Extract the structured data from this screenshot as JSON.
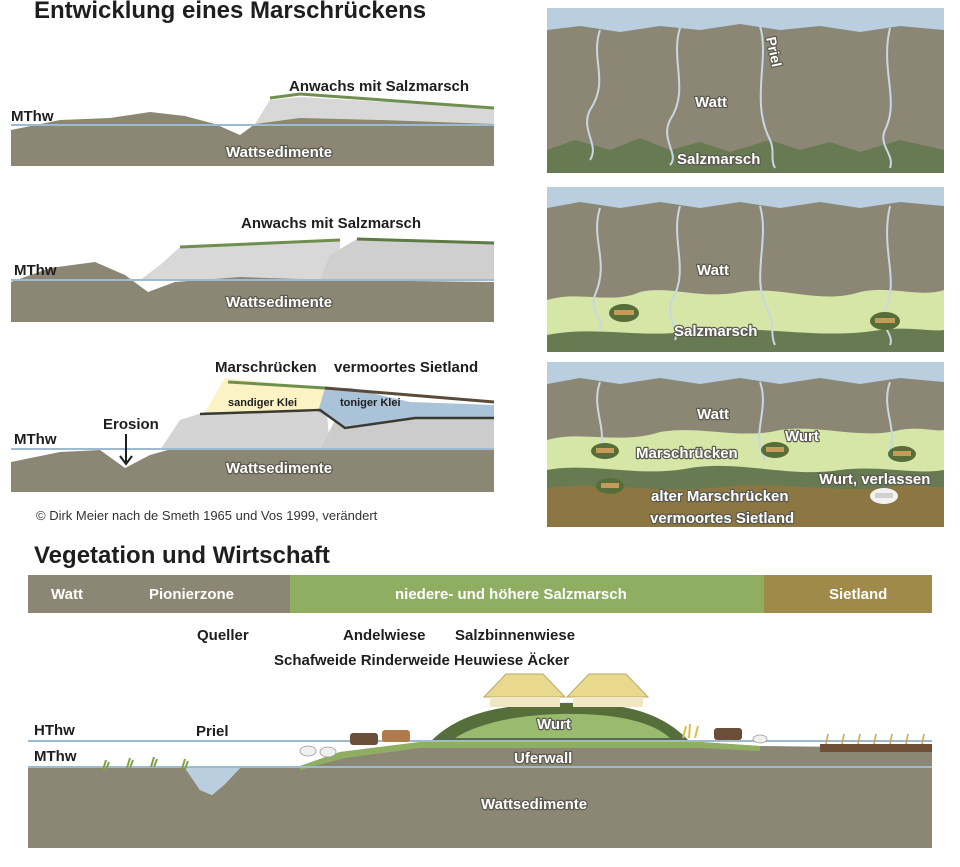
{
  "colors": {
    "water": "#b9cfe0",
    "sediment": "#8c8775",
    "sediment_dark": "#7d7868",
    "new_land": "#d8d8d8",
    "marsh_line": "#6f8f4e",
    "saltmarsh": "#d5e6a6",
    "dark_marsh": "#677a52",
    "peat": "#8c7642",
    "mthw_line": "#9fb9cf",
    "bar_grey": "#8c8775",
    "bar_green": "#8fae62",
    "bar_brown": "#a08a4a",
    "wurt": "#566e3a",
    "roof": "#e8d98f"
  },
  "top_title": "Entwicklung eines Marschrückens",
  "profile1": {
    "mthw": "MThw",
    "anwachs": "Anwachs mit Salzmarsch",
    "sediments": "Wattsedimente"
  },
  "profile2": {
    "mthw": "MThw",
    "anwachs": "Anwachs mit Salzmarsch",
    "sediments": "Wattsedimente"
  },
  "profile3": {
    "mthw": "MThw",
    "marschruecken": "Marschrücken",
    "sietland": "vermoortes Sietland",
    "sandy": "sandiger Klei",
    "clay": "toniger Klei",
    "erosion": "Erosion",
    "sediments": "Wattsedimente"
  },
  "credit": "© Dirk Meier nach de Smeth 1965 und Vos 1999, verändert",
  "maps": {
    "map1": {
      "watt": "Watt",
      "priel": "Priel",
      "salzmarsch": "Salzmarsch"
    },
    "map2": {
      "watt": "Watt",
      "salzmarsch": "Salzmarsch"
    },
    "map3": {
      "watt": "Watt",
      "marschruecken": "Marschrücken",
      "wurt": "Wurt",
      "wurt_verlassen": "Wurt, verlassen",
      "alter": "alter Marschrücken",
      "sietland": "vermoortes Sietland"
    }
  },
  "vegetation": {
    "title": "Vegetation und  Wirtschaft",
    "bar": {
      "watt": "Watt",
      "pionier": "Pionierzone",
      "salzmarsch": "niedere- und höhere Salzmarsch",
      "sietland": "Sietland"
    },
    "queller": "Queller",
    "andelwiese": "Andelwiese",
    "salzbinnenwiese": "Salzbinnenwiese",
    "wirtschaft": "Schafweide Rinderweide Heuwiese Äcker",
    "hthw": "HThw",
    "mthw": "MThw",
    "priel": "Priel",
    "wurt": "Wurt",
    "uferwall": "Uferwall",
    "sediments": "Wattsedimente"
  }
}
